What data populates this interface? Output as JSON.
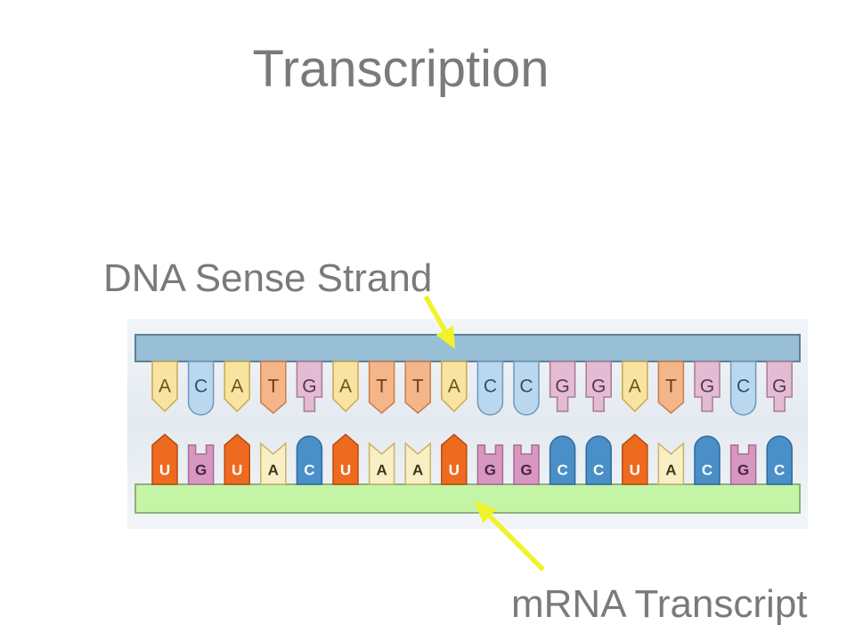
{
  "slide": {
    "title": "Transcription"
  },
  "labels": {
    "dna_strand": "DNA Sense Strand",
    "mrna_transcript": "mRNA Transcript"
  },
  "dna": {
    "sequence": [
      "A",
      "C",
      "A",
      "T",
      "G",
      "A",
      "T",
      "T",
      "A",
      "C",
      "C",
      "G",
      "G",
      "A",
      "T",
      "G",
      "C",
      "G"
    ],
    "backbone_color": "#98bfd6"
  },
  "mrna": {
    "sequence": [
      "U",
      "G",
      "U",
      "A",
      "C",
      "U",
      "A",
      "A",
      "U",
      "G",
      "G",
      "C",
      "C",
      "U",
      "A",
      "C",
      "G",
      "C"
    ],
    "backbone_color": "#c4f5a6"
  },
  "colors": {
    "A": {
      "fill": "#f9e3a0",
      "stroke": "#c9a84e",
      "text": "#6b5318"
    },
    "C": {
      "fill": "#b9d7ef",
      "stroke": "#6f98b9",
      "text": "#2e4f6e"
    },
    "T": {
      "fill": "#f4b589",
      "stroke": "#c87f4c",
      "text": "#6a3c18"
    },
    "G": {
      "fill": "#e3bcd3",
      "stroke": "#a97a97",
      "text": "#5a3650"
    },
    "mA": {
      "fill": "#f9efc4",
      "stroke": "#c9b36a",
      "text": "#3e3520"
    },
    "mC": {
      "fill": "#4a8fc7",
      "stroke": "#2e6a9e",
      "text": "#ffffff"
    },
    "mU": {
      "fill": "#ee6a1e",
      "stroke": "#b64d0e",
      "text": "#ffffff"
    },
    "mG": {
      "fill": "#d897c0",
      "stroke": "#a96b93",
      "text": "#4a2540"
    },
    "arrow": "#f2f22a"
  }
}
